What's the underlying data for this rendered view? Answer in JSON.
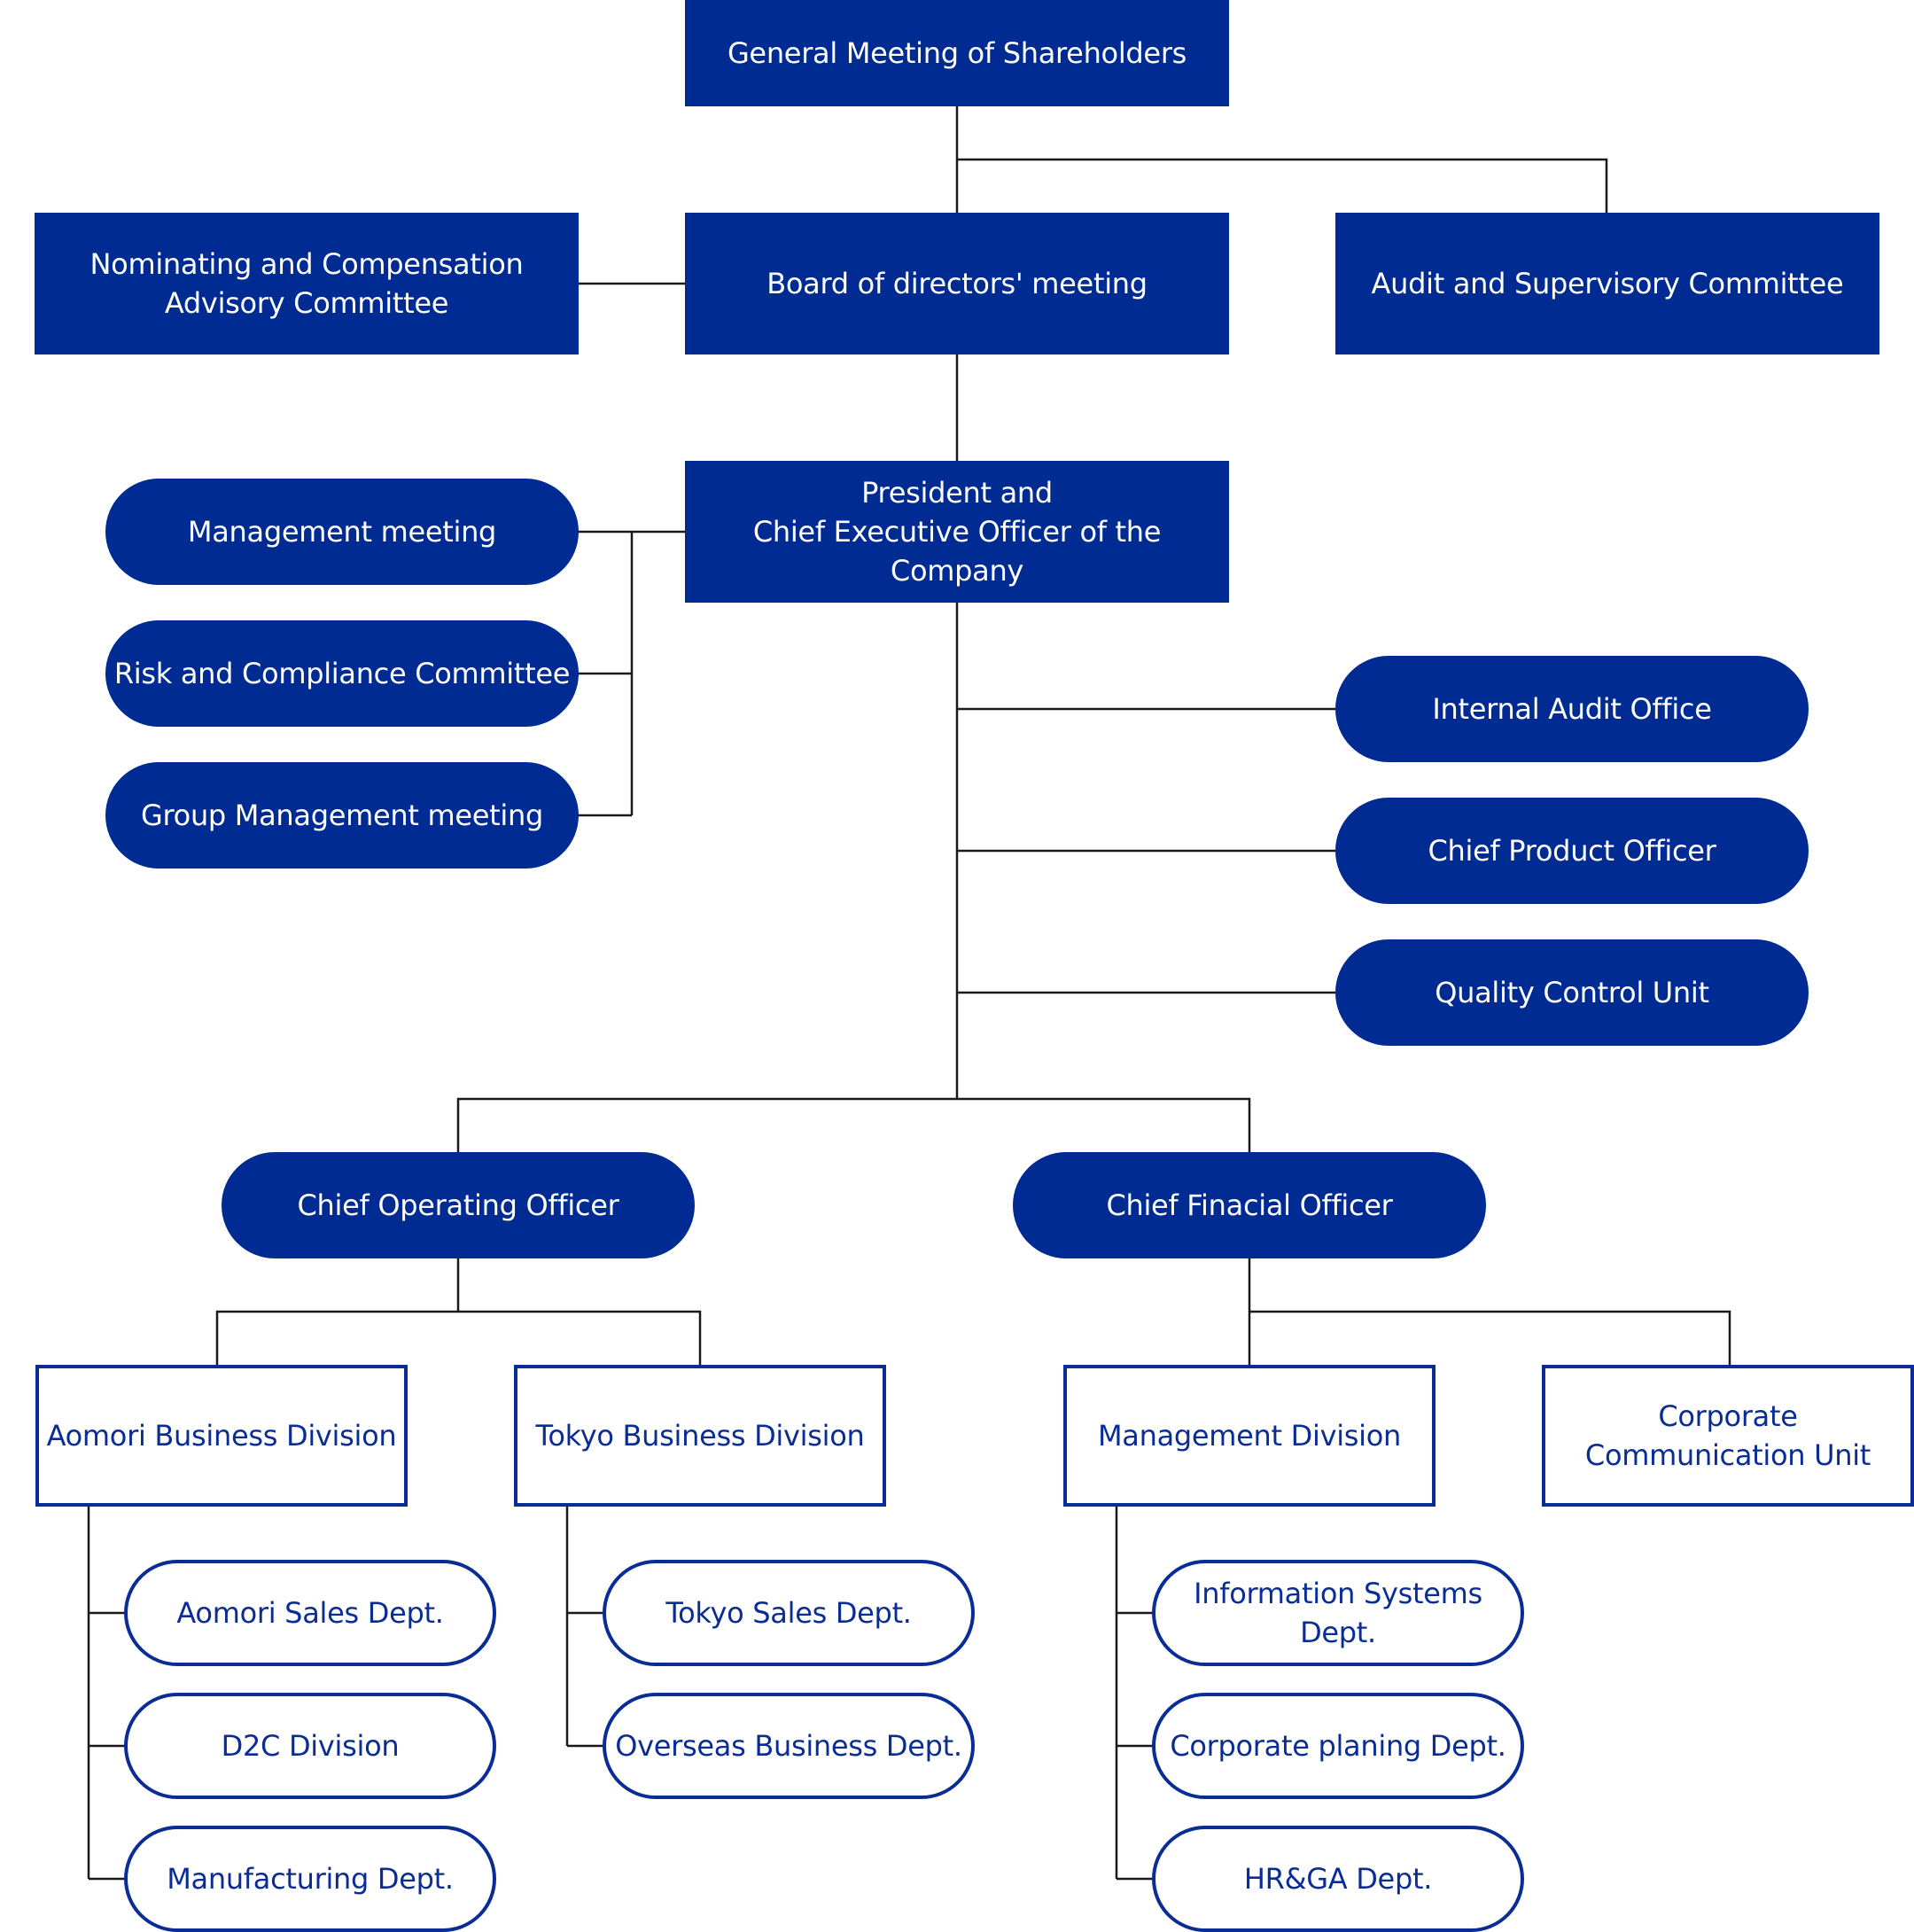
{
  "colors": {
    "primary": "#002b92",
    "outline": "#0a2c95",
    "line": "#1a1a1a",
    "background": "#ffffff"
  },
  "nodes": {
    "shareholders": "General Meeting of Shareholders",
    "nominating": "Nominating and Compensation\nAdvisory Committee",
    "board": "Board of directors' meeting",
    "audit_committee": "Audit and Supervisory Committee",
    "president": "President and\nChief Executive Officer of the Company",
    "management_meeting": "Management meeting",
    "risk_compliance": "Risk and Compliance Committee",
    "group_management": "Group Management meeting",
    "internal_audit": "Internal Audit Office",
    "cpo": "Chief Product Officer",
    "quality_control": "Quality Control Unit",
    "coo": "Chief Operating Officer",
    "cfo": "Chief Finacial Officer",
    "aomori_division": "Aomori Business Division",
    "tokyo_division": "Tokyo Business Division",
    "management_division": "Management Division",
    "corporate_communication": "Corporate\nCommunication Unit",
    "aomori_sales": "Aomori Sales Dept.",
    "d2c": "D2C Division",
    "manufacturing": "Manufacturing Dept.",
    "tokyo_sales": "Tokyo Sales Dept.",
    "overseas": "Overseas Business Dept.",
    "info_systems": "Information Systems Dept.",
    "corporate_planning": "Corporate planing Dept.",
    "hr_ga": "HR&GA Dept."
  }
}
